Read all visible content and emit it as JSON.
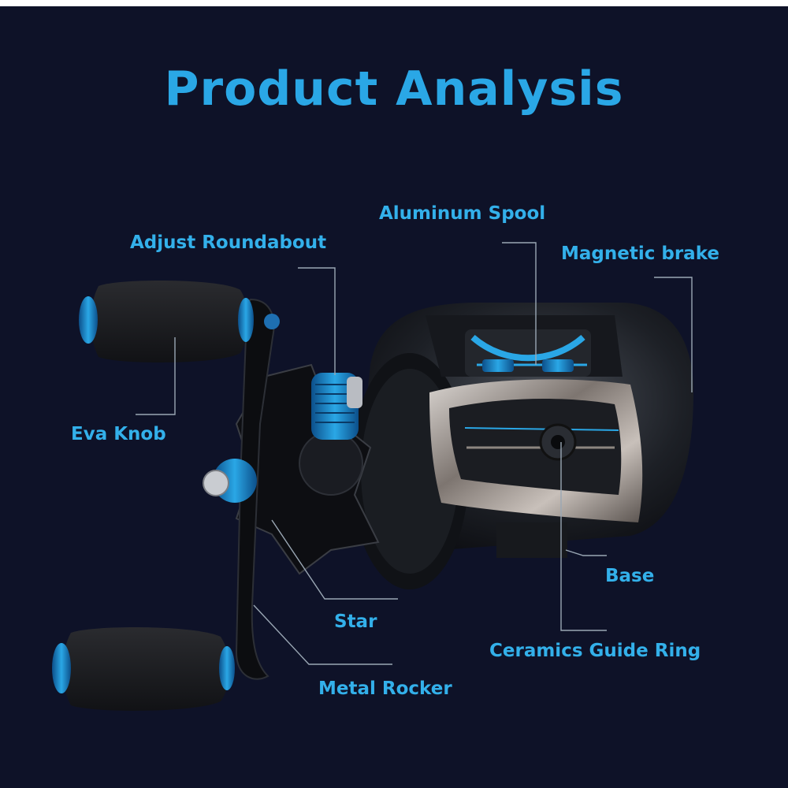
{
  "title": "Product Analysis",
  "labels": {
    "aluminum_spool": "Aluminum Spool",
    "adjust_roundabout": "Adjust Roundabout",
    "magnetic_brake": "Magnetic brake",
    "eva_knob": "Eva Knob",
    "base": "Base",
    "star": "Star",
    "ceramics_guide_ring": "Ceramics Guide Ring",
    "metal_rocker": "Metal Rocker"
  },
  "colors": {
    "background": "#0e1228",
    "accent": "#2aa7e6",
    "leader_line": "#9aa7b4",
    "metal_blue": "#1f8fd6"
  }
}
